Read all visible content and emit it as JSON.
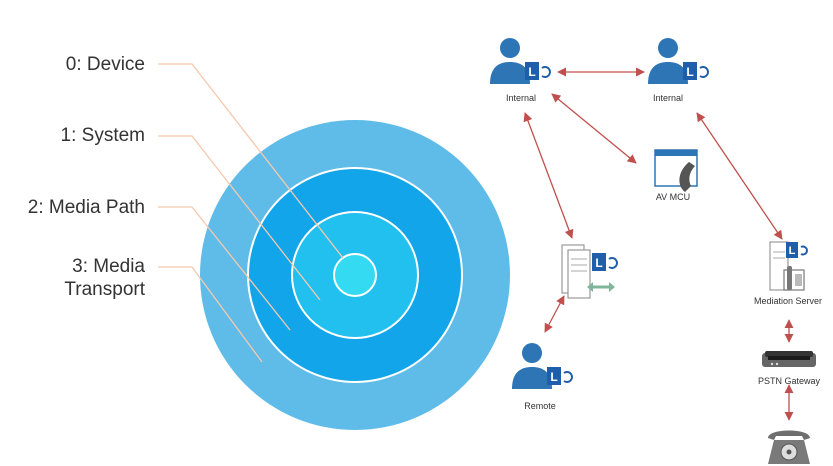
{
  "layers": [
    {
      "label": "0: Device"
    },
    {
      "label": "1: System"
    },
    {
      "label": "2: Media Path"
    },
    {
      "label": "3: Media",
      "label2": "Transport"
    }
  ],
  "nodes": {
    "internal_left": "Internal",
    "internal_right": "Internal",
    "av_mcu": "AV MCU",
    "remote": "Remote",
    "mediation_server": "Mediation Server",
    "pstn_gateway": "PSTN Gateway"
  },
  "colors": {
    "ring3": "#5fbce8",
    "ring2": "#12a5ea",
    "ring1": "#22c0ee",
    "ring0": "#33daf2",
    "leader": "#f5c8ae",
    "arrow": "#c0504d",
    "person": "#2e75b6",
    "lync": "#1f5ea8"
  },
  "icons": [
    "user-icon",
    "lync-badge-icon",
    "conference-phone-icon",
    "server-icon",
    "gateway-icon",
    "telephone-icon"
  ]
}
